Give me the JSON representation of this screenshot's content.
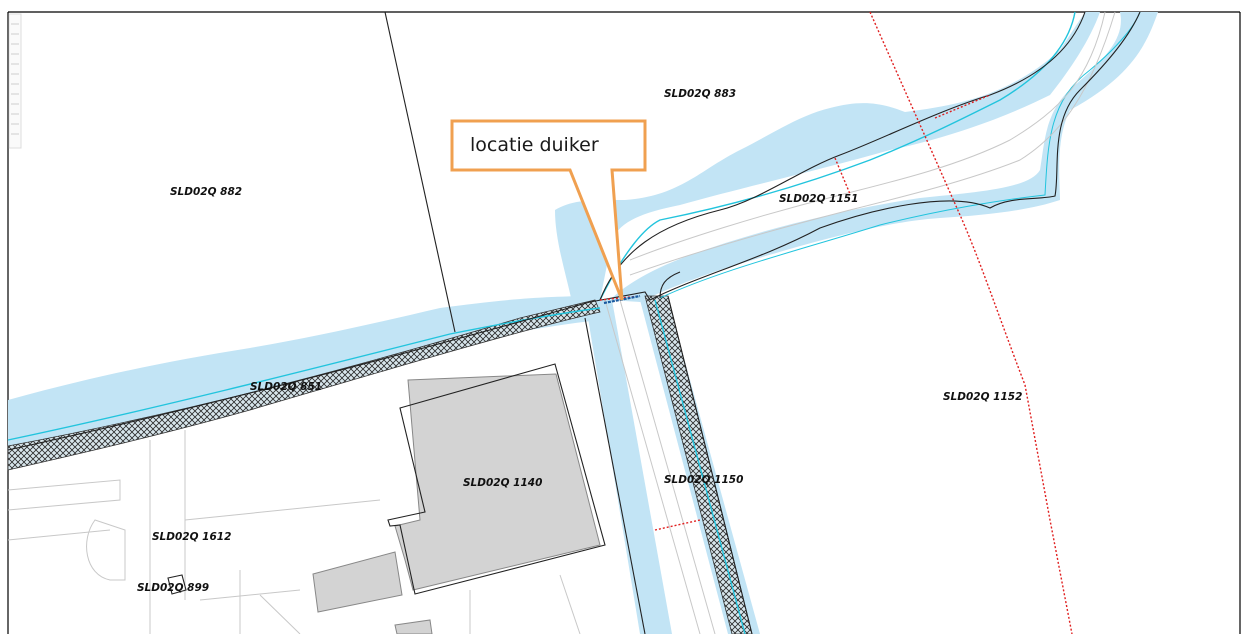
{
  "callout": {
    "text": "locatie duiker",
    "border_color": "#F0A050"
  },
  "parcels": [
    {
      "id": "p883",
      "label": "SLD02Q  883"
    },
    {
      "id": "p882",
      "label": "SLD02Q  882"
    },
    {
      "id": "p1151",
      "label": "SLD02Q  1151"
    },
    {
      "id": "p851",
      "label": "SLD02Q  851"
    },
    {
      "id": "p1152",
      "label": "SLD02Q  1152"
    },
    {
      "id": "p1140",
      "label": "SLD02Q  1140"
    },
    {
      "id": "p1150",
      "label": "SLD02Q  1150"
    },
    {
      "id": "p1612",
      "label": "SLD02Q  1612"
    },
    {
      "id": "p899",
      "label": "SLD02Q  899"
    }
  ],
  "colors": {
    "water": "#C2E4F5",
    "water_line": "#22C4DD",
    "boundary": "#222222",
    "building": "#D3D3D3",
    "building_edge": "#8A8A8A",
    "dotted_red": "#E02020",
    "road_line": "#C8C8C8",
    "hatch": "#2A2A2A"
  },
  "icons": {
    "zoom_ruler": "zoom-ruler-icon",
    "culvert": "culvert-marker-icon"
  }
}
